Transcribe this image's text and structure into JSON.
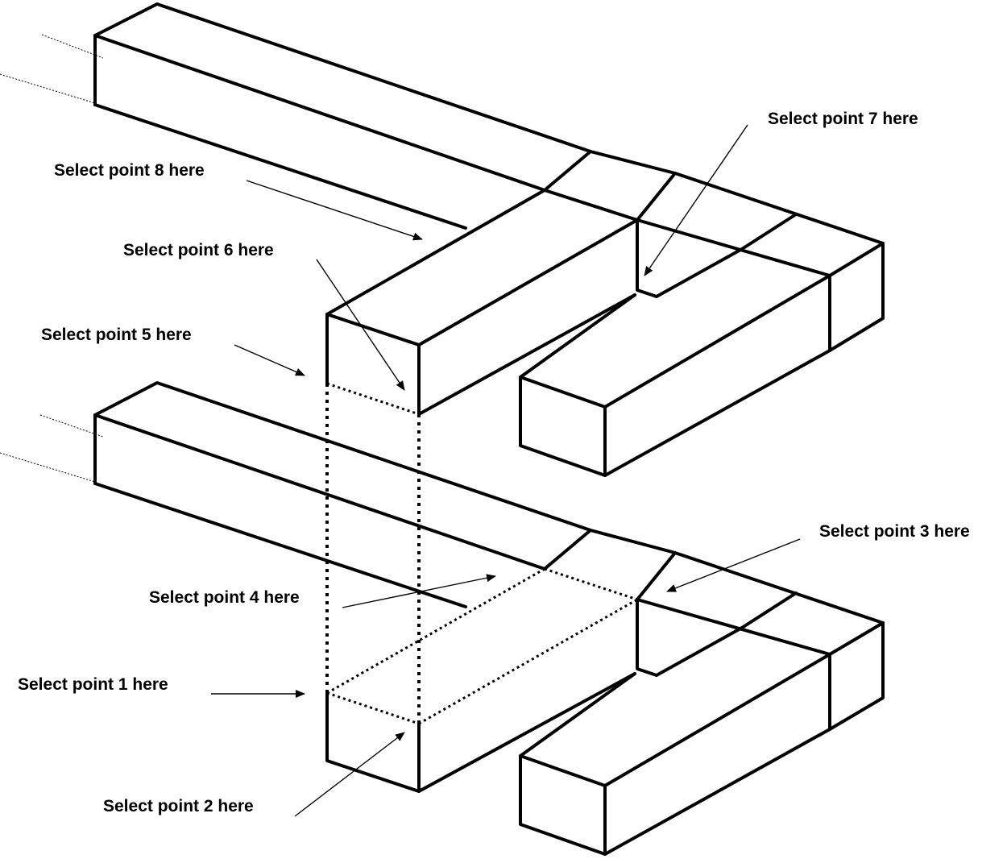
{
  "diagram": {
    "title": "Isometric joint point selection",
    "line_color": "#000000",
    "background": "#ffffff",
    "labels": [
      {
        "id": "p7",
        "text": "Select point 7 here"
      },
      {
        "id": "p8",
        "text": "Select point 8 here"
      },
      {
        "id": "p6",
        "text": "Select point 6 here"
      },
      {
        "id": "p5",
        "text": "Select point 5 here"
      },
      {
        "id": "p3",
        "text": "Select point 3 here"
      },
      {
        "id": "p4",
        "text": "Select point 4 here"
      },
      {
        "id": "p1",
        "text": "Select point 1 here"
      },
      {
        "id": "p2",
        "text": "Select point 2 here"
      }
    ]
  }
}
